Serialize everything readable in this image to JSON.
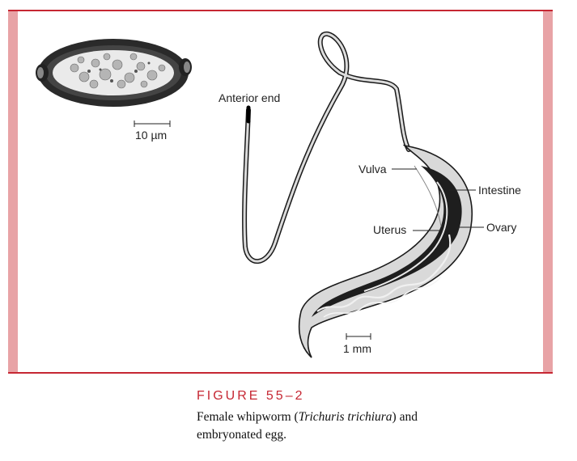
{
  "figure": {
    "labels": {
      "anterior_end": "Anterior end",
      "vulva": "Vulva",
      "uterus": "Uterus",
      "intestine": "Intestine",
      "ovary": "Ovary",
      "egg_scale": "10 µm",
      "worm_scale": "1 mm"
    },
    "colors": {
      "frame_red": "#c62733",
      "side_pink": "#e8a3a6",
      "ink": "#1a1a1a"
    }
  },
  "caption": {
    "label": "FIGURE 55–2",
    "text_part1": "Female whipworm (",
    "text_italic1": "Trichuris trichiura",
    "text_part2": ") and embryonated egg."
  }
}
